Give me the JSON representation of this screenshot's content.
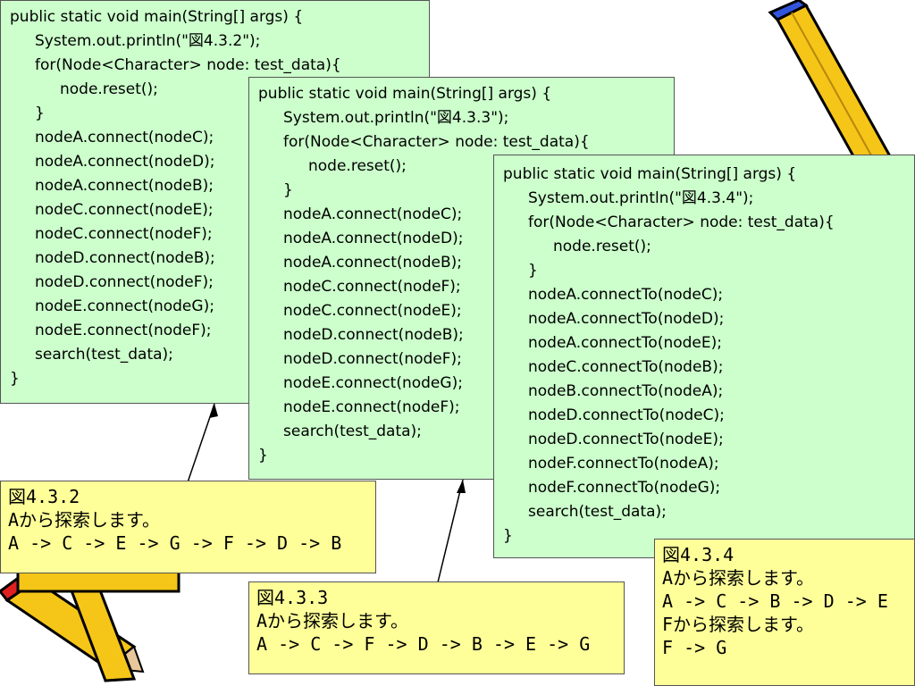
{
  "colors": {
    "code_bg": "#ccffcc",
    "note_bg": "#ffff99",
    "border": "#555555",
    "pencil_yellow": "#f5c518",
    "pencil_red": "#e02020",
    "pencil_blue": "#3355dd"
  },
  "icons": [
    "pencil-icon"
  ],
  "code_boxes": [
    {
      "lines": [
        "public static void main(String[] args) {",
        "System.out.println(\"図4.3.2\");",
        "for(Node<Character> node: test_data){",
        "node.reset();",
        "}",
        "nodeA.connect(nodeC);",
        "nodeA.connect(nodeD);",
        "nodeA.connect(nodeB);",
        "nodeC.connect(nodeE);",
        "nodeC.connect(nodeF);",
        "nodeD.connect(nodeB);",
        "nodeD.connect(nodeF);",
        "nodeE.connect(nodeG);",
        "nodeE.connect(nodeF);",
        "search(test_data);",
        "}"
      ]
    },
    {
      "lines": [
        "public static void main(String[] args) {",
        "System.out.println(\"図4.3.3\");",
        "for(Node<Character> node: test_data){",
        "node.reset();",
        "}",
        "nodeA.connect(nodeC);",
        "nodeA.connect(nodeD);",
        "nodeA.connect(nodeB);",
        "nodeC.connect(nodeF);",
        "nodeC.connect(nodeE);",
        "nodeD.connect(nodeB);",
        "nodeD.connect(nodeF);",
        "nodeE.connect(nodeG);",
        "nodeE.connect(nodeF);",
        "search(test_data);",
        "}"
      ]
    },
    {
      "lines": [
        "public static void main(String[] args) {",
        "System.out.println(\"図4.3.4\");",
        "for(Node<Character> node: test_data){",
        "node.reset();",
        "}",
        "nodeA.connectTo(nodeC);",
        "nodeA.connectTo(nodeD);",
        "nodeA.connectTo(nodeE);",
        "nodeC.connectTo(nodeB);",
        "nodeB.connectTo(nodeA);",
        "nodeD.connectTo(nodeC);",
        "nodeD.connectTo(nodeE);",
        "nodeF.connectTo(nodeA);",
        "nodeF.connectTo(nodeG);",
        "search(test_data);",
        "}"
      ]
    }
  ],
  "notes": [
    {
      "lines": [
        "図4.3.2",
        "Aから探索します。",
        "A -> C -> E -> G -> F -> D -> B"
      ]
    },
    {
      "lines": [
        "図4.3.3",
        "Aから探索します。",
        "A -> C -> F -> D -> B -> E -> G"
      ]
    },
    {
      "lines": [
        "図4.3.4",
        "Aから探索します。",
        "A -> C -> B -> D -> E",
        "Fから探索します。",
        "F -> G"
      ]
    }
  ]
}
